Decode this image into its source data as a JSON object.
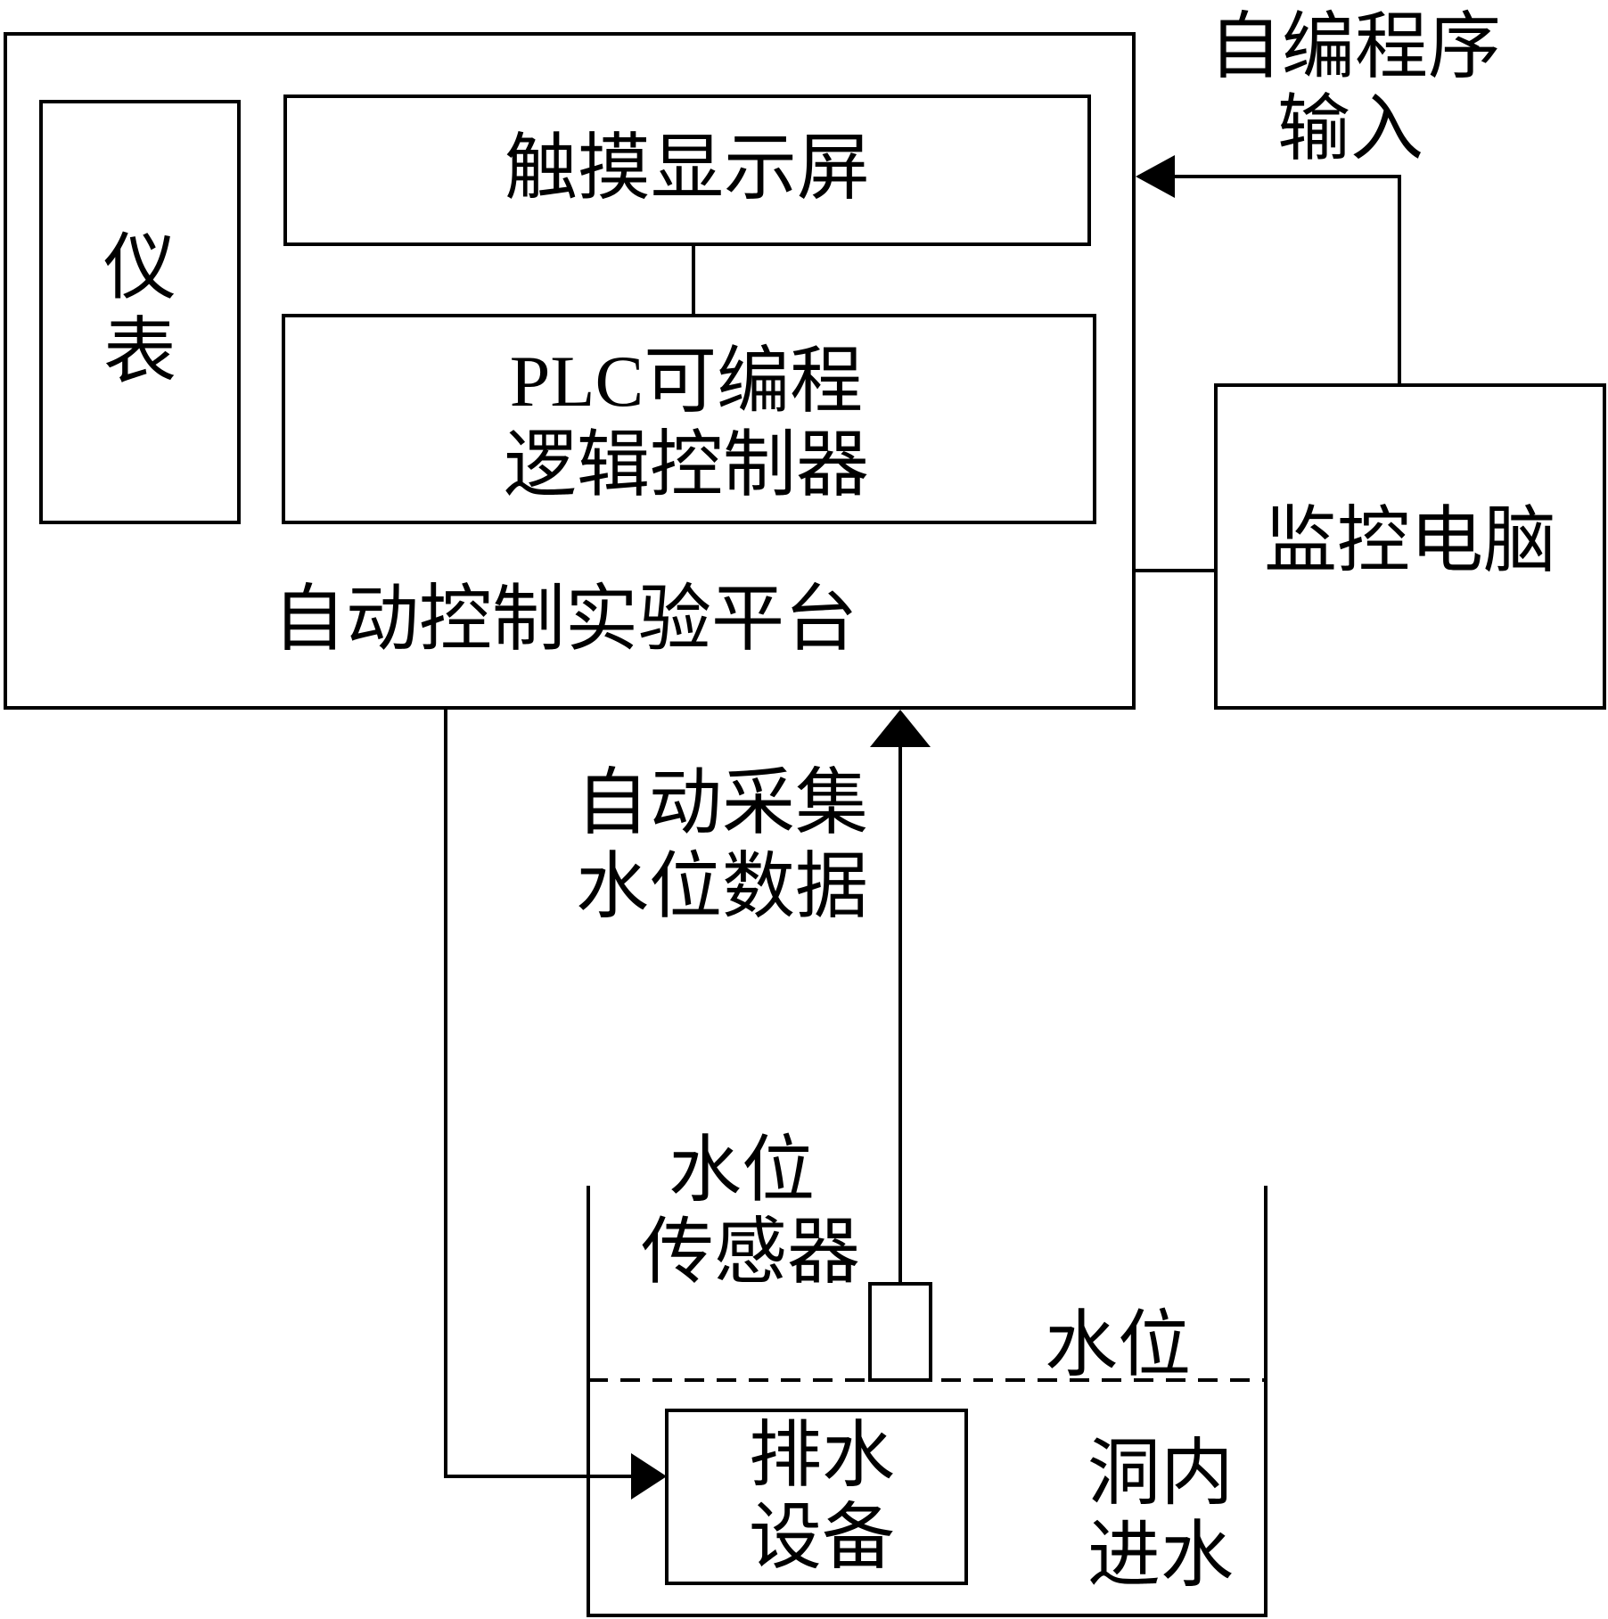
{
  "platform": {
    "label": "自动控制实验平台"
  },
  "meter": {
    "line1": "仪",
    "line2": "表"
  },
  "touchscreen": {
    "label": "触摸显示屏"
  },
  "plc": {
    "line1": "PLC可编程",
    "line2": "逻辑控制器"
  },
  "computer": {
    "label": "监控电脑"
  },
  "program_input": {
    "line1": "自编程序",
    "line2": "输入"
  },
  "data_collection": {
    "line1": "自动采集",
    "line2": "水位数据"
  },
  "sensor": {
    "line1": "水位",
    "line2": "传感器"
  },
  "water_level": {
    "label": "水位"
  },
  "drainage": {
    "line1": "排水",
    "line2": "设备"
  },
  "inflow": {
    "line1": "洞内",
    "line2": "进水"
  }
}
